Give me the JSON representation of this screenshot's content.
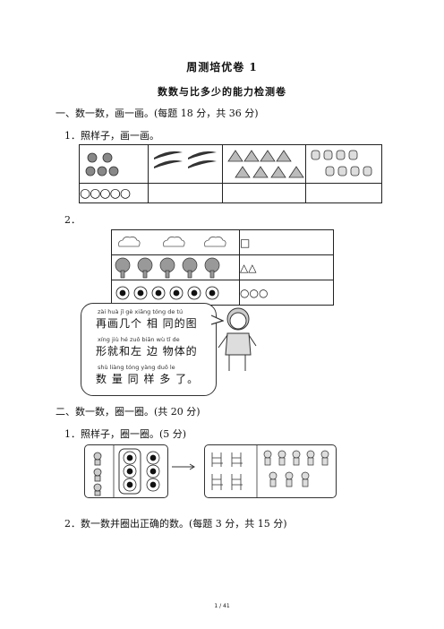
{
  "header": {
    "title": "周测培优卷 1",
    "subtitle": "数数与比多少的能力检测卷"
  },
  "section1": {
    "heading": "一、数一数，画一画。(每题 18 分，共 36 分)",
    "q1_label": "1．照样子，画一画。",
    "q1_answer": "○○○○○",
    "q2_label": "2．",
    "q2_answers": [
      "□",
      "△△",
      "○○○"
    ],
    "bubble_pinyin": [
      "zài huà jǐ gè xiāng tóng de tú",
      "xíng jiù hé zuǒ biān wù tǐ de",
      "shù liàng tóng yàng duō le"
    ],
    "bubble_text": [
      "再画几个 相 同的图",
      "形就和左 边 物体的",
      "数 量 同 样 多 了。"
    ]
  },
  "section2": {
    "heading": "二、数一数，圈一圈。(共 20 分)",
    "q1_label": "1．照样子，圈一圈。(5 分)",
    "q2_label": "2．数一数并圈出正确的数。(每题 3 分，共 15 分)"
  },
  "footer": {
    "page": "1 / 41"
  }
}
